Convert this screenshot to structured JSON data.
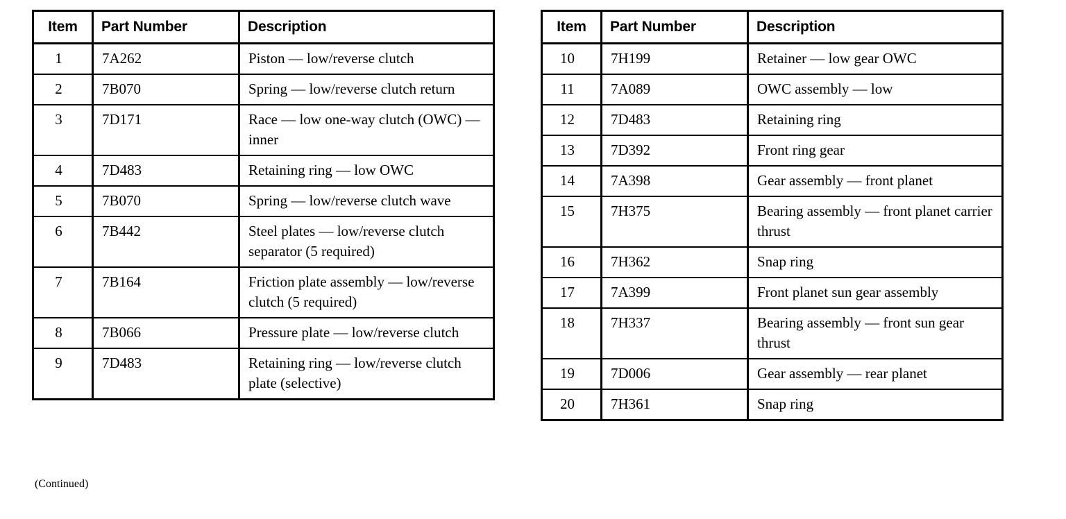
{
  "document": {
    "footnote": "(Continued)"
  },
  "tables": [
    {
      "id": "left-table",
      "columns": [
        "Item",
        "Part Number",
        "Description"
      ],
      "rows": [
        {
          "item": "1",
          "part_number": "7A262",
          "description": "Piston — low/reverse clutch"
        },
        {
          "item": "2",
          "part_number": "7B070",
          "description": "Spring — low/reverse clutch return"
        },
        {
          "item": "3",
          "part_number": "7D171",
          "description": "Race — low one-way clutch (OWC) — inner"
        },
        {
          "item": "4",
          "part_number": "7D483",
          "description": "Retaining ring — low OWC"
        },
        {
          "item": "5",
          "part_number": "7B070",
          "description": "Spring — low/reverse clutch wave"
        },
        {
          "item": "6",
          "part_number": "7B442",
          "description": "Steel plates — low/reverse clutch separator (5 required)"
        },
        {
          "item": "7",
          "part_number": "7B164",
          "description": "Friction plate assembly — low/reverse clutch (5 required)"
        },
        {
          "item": "8",
          "part_number": "7B066",
          "description": "Pressure plate — low/reverse clutch"
        },
        {
          "item": "9",
          "part_number": "7D483",
          "description": "Retaining ring — low/reverse clutch plate (selective)"
        }
      ]
    },
    {
      "id": "right-table",
      "columns": [
        "Item",
        "Part Number",
        "Description"
      ],
      "rows": [
        {
          "item": "10",
          "part_number": "7H199",
          "description": "Retainer — low gear OWC"
        },
        {
          "item": "11",
          "part_number": "7A089",
          "description": "OWC assembly — low"
        },
        {
          "item": "12",
          "part_number": "7D483",
          "description": "Retaining ring"
        },
        {
          "item": "13",
          "part_number": "7D392",
          "description": "Front ring gear"
        },
        {
          "item": "14",
          "part_number": "7A398",
          "description": "Gear assembly — front planet"
        },
        {
          "item": "15",
          "part_number": "7H375",
          "description": "Bearing assembly — front planet carrier thrust"
        },
        {
          "item": "16",
          "part_number": "7H362",
          "description": "Snap ring"
        },
        {
          "item": "17",
          "part_number": "7A399",
          "description": "Front planet sun gear assembly"
        },
        {
          "item": "18",
          "part_number": "7H337",
          "description": "Bearing assembly — front sun gear thrust"
        },
        {
          "item": "19",
          "part_number": "7D006",
          "description": "Gear assembly — rear planet"
        },
        {
          "item": "20",
          "part_number": "7H361",
          "description": "Snap ring"
        }
      ]
    }
  ]
}
